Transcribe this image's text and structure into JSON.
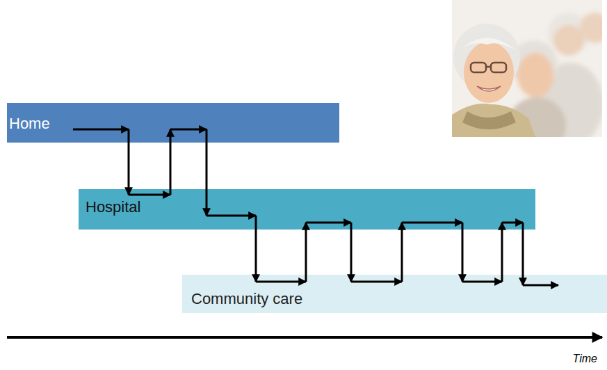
{
  "diagram": {
    "nodes": [
      {
        "text": [
          "Home"
        ]
      },
      {
        "text": [
          "Hospital"
        ]
      },
      {
        "text": [
          "Community care"
        ]
      }
    ],
    "edges": [
      {
        "from": 0,
        "to": 1,
        "arrow": "to"
      },
      {
        "from": 1,
        "to": 0,
        "arrow": "to"
      },
      {
        "from": 0,
        "to": 1,
        "arrow": "to"
      },
      {
        "from": 1,
        "to": 2,
        "arrow": "to"
      },
      {
        "from": 2,
        "to": 1,
        "arrow": "to"
      },
      {
        "from": 1,
        "to": 2,
        "arrow": "to"
      },
      {
        "from": 2,
        "to": 1,
        "arrow": "to"
      },
      {
        "from": 1,
        "to": 2,
        "arrow": "to"
      },
      {
        "from": 2,
        "to": 1,
        "arrow": "to"
      },
      {
        "from": 1,
        "to": 2,
        "arrow": "to"
      }
    ],
    "labels": [
      "Time"
    ]
  }
}
